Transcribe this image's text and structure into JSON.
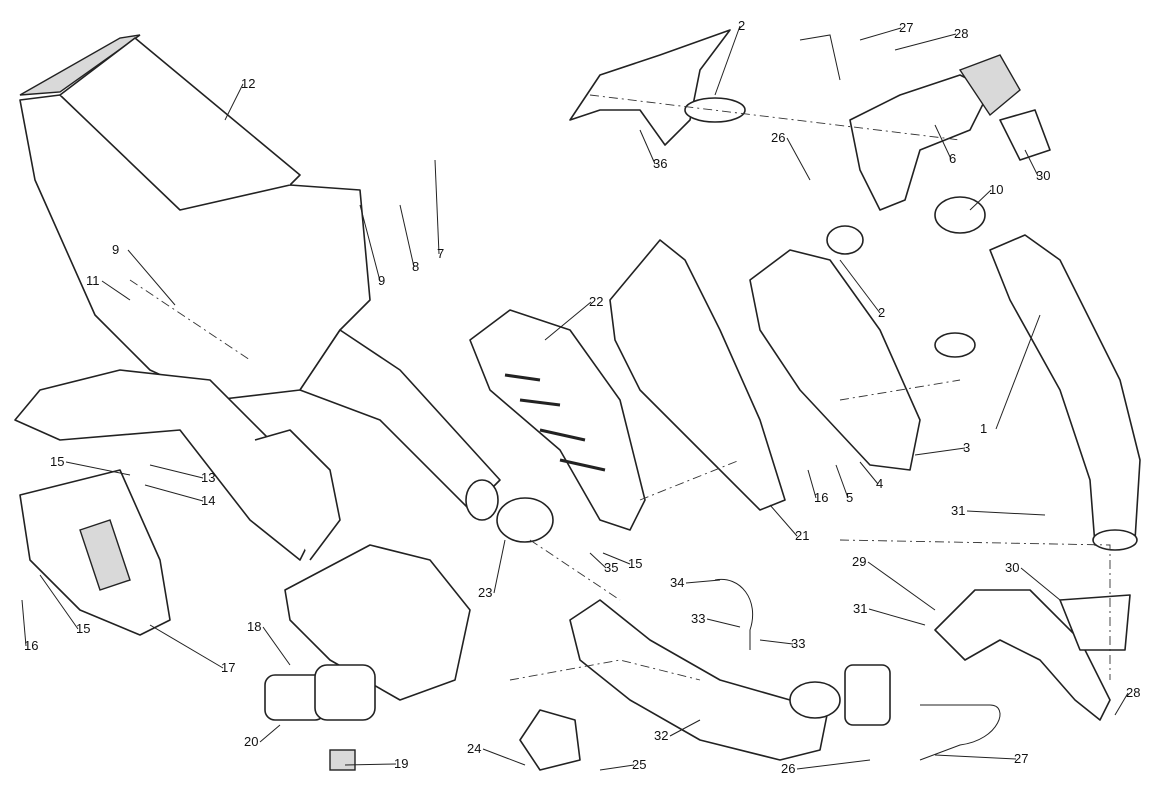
{
  "diagram": {
    "title": "Exhaust system exploded view",
    "callouts": [
      "12",
      "9",
      "11",
      "9",
      "8",
      "7",
      "15",
      "13",
      "14",
      "16",
      "15",
      "17",
      "18",
      "20",
      "19",
      "22",
      "23",
      "35",
      "15",
      "21",
      "16",
      "5",
      "4",
      "3",
      "1",
      "31",
      "2",
      "27",
      "28",
      "26",
      "36",
      "6",
      "30",
      "10",
      "2",
      "34",
      "33",
      "33",
      "29",
      "31",
      "30",
      "28",
      "27",
      "26",
      "24",
      "25",
      "32"
    ]
  }
}
